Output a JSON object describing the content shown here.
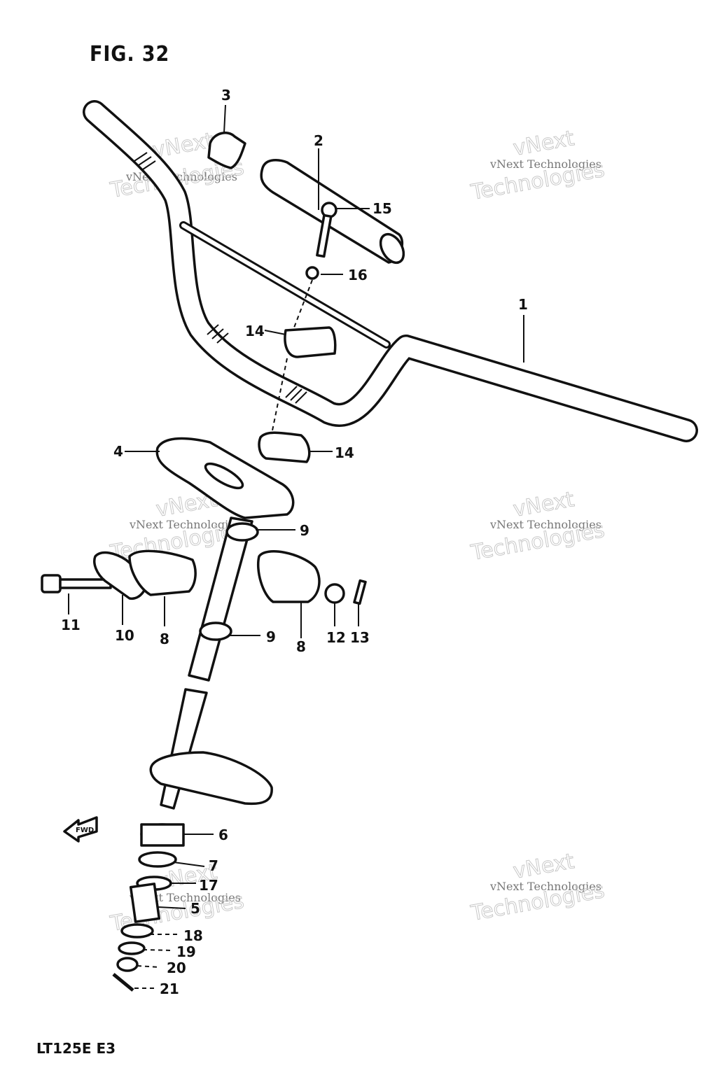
{
  "figure": {
    "title": "FIG. 32",
    "model": "LT125E E3"
  },
  "fwd_label": "FWD",
  "callouts": [
    {
      "id": "1",
      "label": "1"
    },
    {
      "id": "2",
      "label": "2"
    },
    {
      "id": "3",
      "label": "3"
    },
    {
      "id": "4",
      "label": "4"
    },
    {
      "id": "5",
      "label": "5"
    },
    {
      "id": "6",
      "label": "6"
    },
    {
      "id": "7",
      "label": "7"
    },
    {
      "id": "8a",
      "label": "8"
    },
    {
      "id": "8b",
      "label": "8"
    },
    {
      "id": "9a",
      "label": "9"
    },
    {
      "id": "9b",
      "label": "9"
    },
    {
      "id": "10",
      "label": "10"
    },
    {
      "id": "11",
      "label": "11"
    },
    {
      "id": "12",
      "label": "12"
    },
    {
      "id": "13",
      "label": "13"
    },
    {
      "id": "14a",
      "label": "14"
    },
    {
      "id": "14b",
      "label": "14"
    },
    {
      "id": "15",
      "label": "15"
    },
    {
      "id": "16",
      "label": "16"
    },
    {
      "id": "17",
      "label": "17"
    },
    {
      "id": "18",
      "label": "18"
    },
    {
      "id": "19",
      "label": "19"
    },
    {
      "id": "20",
      "label": "20"
    },
    {
      "id": "21",
      "label": "21"
    }
  ],
  "watermark": {
    "line1": "vNext Technologies",
    "line2": "vNext",
    "line3": "Technologies"
  }
}
